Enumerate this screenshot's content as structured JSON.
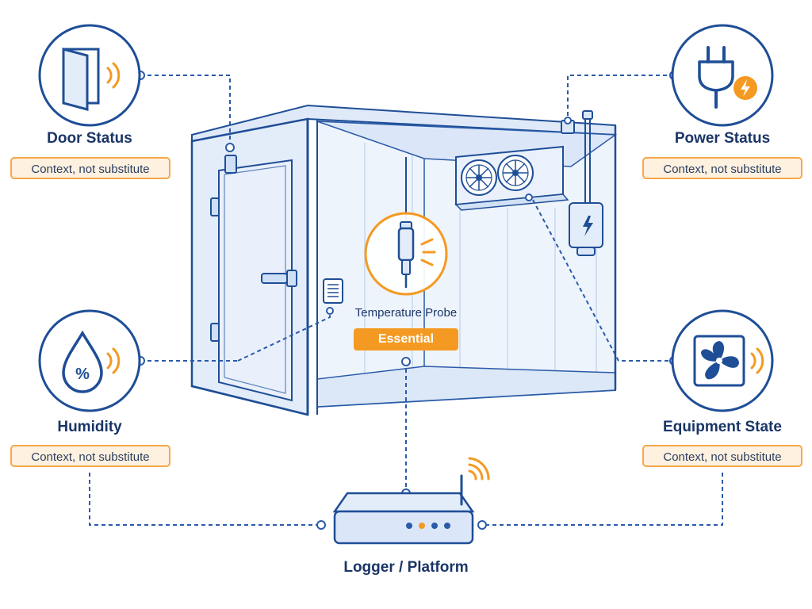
{
  "sensors": {
    "door": {
      "title": "Door Status",
      "badge": "Context, not substitute"
    },
    "power": {
      "title": "Power Status",
      "badge": "Context, not substitute"
    },
    "humidity": {
      "title": "Humidity",
      "badge": "Context, not substitute"
    },
    "equipment": {
      "title": "Equipment State",
      "badge": "Context, not substitute"
    }
  },
  "probe": {
    "title": "Temperature Probe",
    "tag": "Essential"
  },
  "logger": {
    "title": "Logger / Platform"
  },
  "icons": {
    "door": "door-icon",
    "power": "plug-icon",
    "humidity": "water-drop-percent-icon",
    "equipment": "fan-icon",
    "probe": "temperature-probe-icon",
    "logger": "router-icon"
  },
  "colors": {
    "primary": "#1f4e96",
    "line": "#2a5ba8",
    "accent": "#f49a22",
    "badge_fill": "#fef1e0",
    "room_fill": "#e8f0fb"
  }
}
